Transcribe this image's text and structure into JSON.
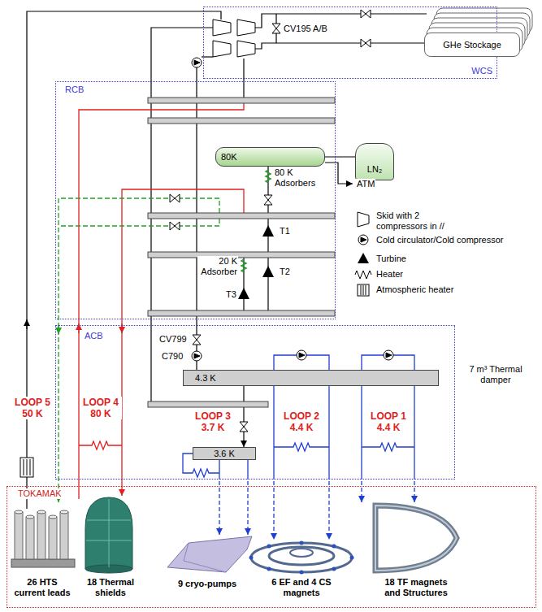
{
  "diagram": {
    "nodes": [
      {
        "text": [
          "WCS"
        ]
      },
      {
        "text": [
          "GHe Stockage"
        ]
      },
      {
        "text": [
          "RCB"
        ]
      },
      {
        "text": [
          "80K"
        ],
        "in": 2
      },
      {
        "text": [
          "LN₂"
        ]
      },
      {
        "text": [
          "ACB"
        ]
      },
      {
        "text": [
          "4.3 K"
        ],
        "in": 5
      },
      {
        "text": [
          "3.6 K"
        ],
        "in": 5
      },
      {
        "text": [
          "TOKAMAK"
        ]
      }
    ],
    "edges": [
      {
        "from": 3,
        "to": 4,
        "arrow": "none"
      },
      {
        "from": 6,
        "to": 7,
        "arrow": "to"
      }
    ],
    "labels": [
      "CV195 A/B",
      "ATM",
      "80 K Adsorbers",
      "T1",
      "T2",
      "20 K Adsorber",
      "T3",
      "CV799",
      "C790",
      "7 m³ Thermal damper",
      "LOOP 5 50 K",
      "LOOP 4 80 K",
      "LOOP 3 3.7 K",
      "LOOP 2 4.4 K",
      "LOOP 1 4.4 K",
      "26 HTS current leads",
      "18 Thermal shields",
      "9 cryo-pumps",
      "6 EF and 4 CS magnets",
      "18 TF magnets and Structures"
    ],
    "legend": [
      {
        "text": "Skid with 2 compressors in //"
      },
      {
        "text": "Cold circulator/Cold compressor"
      },
      {
        "text": "Turbine"
      },
      {
        "text": "Heater"
      },
      {
        "text": "Atmospheric heater"
      }
    ]
  }
}
